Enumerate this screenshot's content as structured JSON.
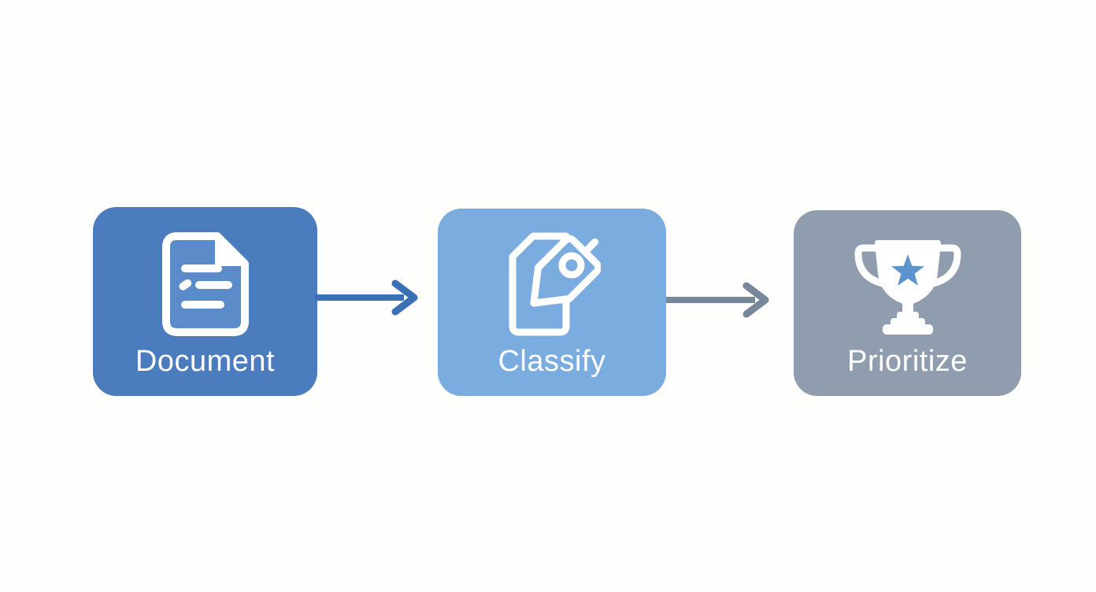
{
  "diagram": {
    "background_color": "#fefefd",
    "label_text_color": "#ffffff",
    "nodes": [
      {
        "id": "document",
        "label": "Document",
        "color": "#4a7cbe",
        "icon": "document-icon",
        "icon_inner_color": "#5c8bc9"
      },
      {
        "id": "classify",
        "label": "Classify",
        "color": "#7bacdf",
        "icon": "tag-icon",
        "icon_inner_color": "#7bacdf"
      },
      {
        "id": "prioritize",
        "label": "Prioritize",
        "color": "#8f9daf",
        "icon": "trophy-icon",
        "star_color": "#5c95ce"
      }
    ],
    "connectors": [
      {
        "from": "document",
        "to": "classify",
        "color": "#3b70b6"
      },
      {
        "from": "classify",
        "to": "prioritize",
        "color": "#77889b"
      }
    ]
  }
}
